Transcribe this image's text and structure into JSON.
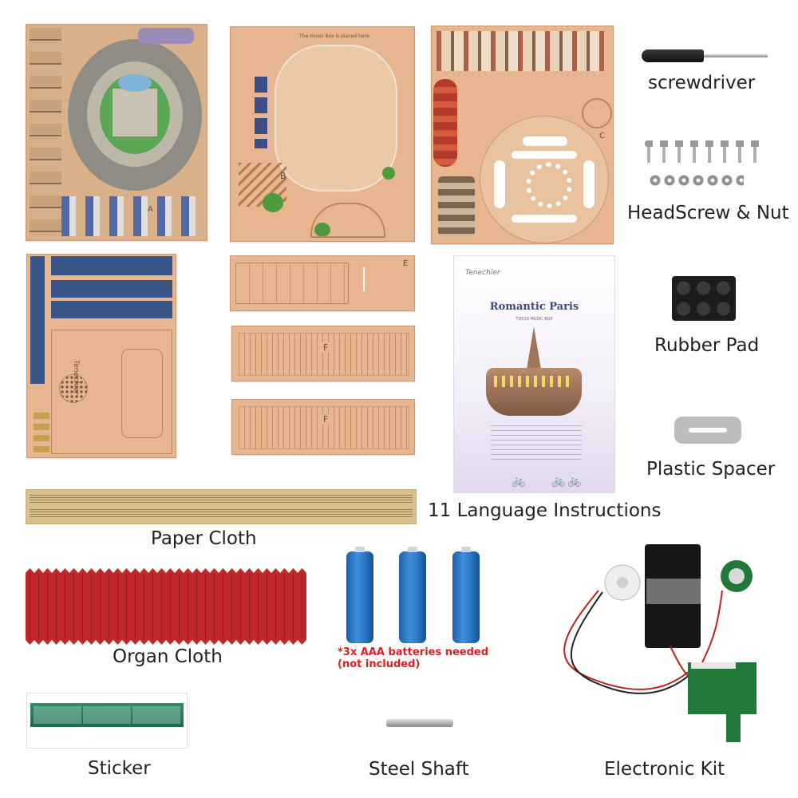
{
  "labels": {
    "screwdriver": "screwdriver",
    "headscrew": "HeadScrew & Nut",
    "rubber_pad": "Rubber Pad",
    "plastic_spacer": "Plastic Spacer",
    "instructions": "11 Language Instructions",
    "paper_cloth": "Paper Cloth",
    "organ_cloth": "Organ Cloth",
    "sticker": "Sticker",
    "steel_shaft": "Steel Shaft",
    "electronic_kit": "Electronic Kit"
  },
  "battery_note": {
    "line1": "*3x AAA batteries needed",
    "line2": "(not included)"
  },
  "booklet": {
    "brand": "Tenechier",
    "title": "Romantic Paris",
    "model": "TQ016  MUSIC BOX"
  },
  "sheet_codes": {
    "sheet_a": "A",
    "sheet_b": "B",
    "sheet_c": "C",
    "sheet_d": "D",
    "sheet_e": "E",
    "sheet_f1": "F",
    "sheet_f2": "F",
    "sheet_d_brand": "Tenechier",
    "sheet_b_note": "The music box is placed here"
  },
  "colors": {
    "wood": "#e7b58f",
    "organ_red": "#c0282a",
    "battery_blue": "#2a74c2",
    "note_red": "#e02020",
    "pcb_green": "#1f7a3a"
  }
}
